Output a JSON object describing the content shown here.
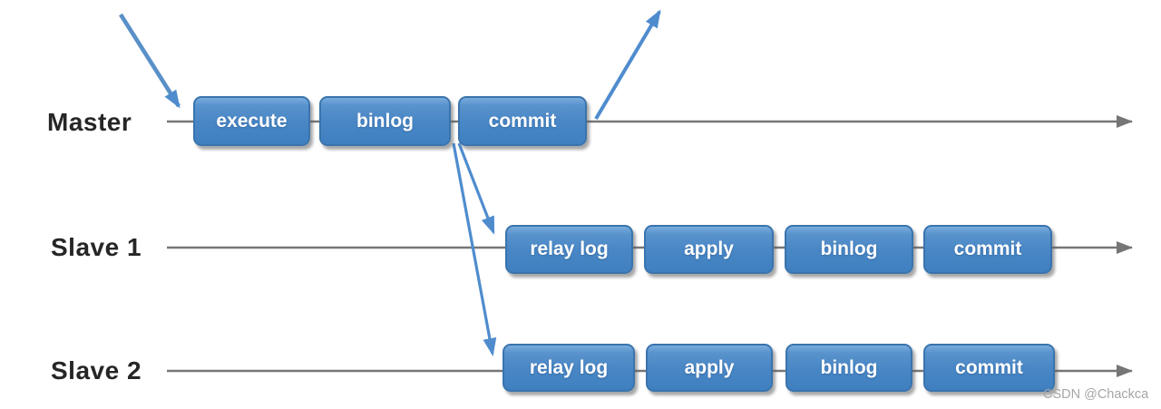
{
  "diagram": {
    "type": "mysql-master-slave-replication-flow",
    "watermark": "CSDN @Chackca",
    "rows": [
      {
        "label": "Master",
        "boxes": [
          {
            "label": "execute"
          },
          {
            "label": "binlog"
          },
          {
            "label": "commit"
          }
        ]
      },
      {
        "label": "Slave 1",
        "boxes": [
          {
            "label": "relay log"
          },
          {
            "label": "apply"
          },
          {
            "label": "binlog"
          },
          {
            "label": "commit"
          }
        ]
      },
      {
        "label": "Slave 2",
        "boxes": [
          {
            "label": "relay log"
          },
          {
            "label": "apply"
          },
          {
            "label": "binlog"
          },
          {
            "label": "commit"
          }
        ]
      }
    ],
    "arrows": {
      "incoming_to_master": "transaction-in",
      "outgoing_from_commit": "response-out",
      "commit_to_slave1": "binlog-dump-to-slave1-relay-log",
      "commit_to_slave2": "binlog-dump-to-slave2-relay-log"
    },
    "colors": {
      "box_fill": "#4987c6",
      "box_fill_light": "#79acdd",
      "box_border": "#3a74ad",
      "timeline_gray": "#767676",
      "arrow_blue": "#4f8cce",
      "label_color": "#262626",
      "watermark_color": "#a6a6a6"
    }
  }
}
